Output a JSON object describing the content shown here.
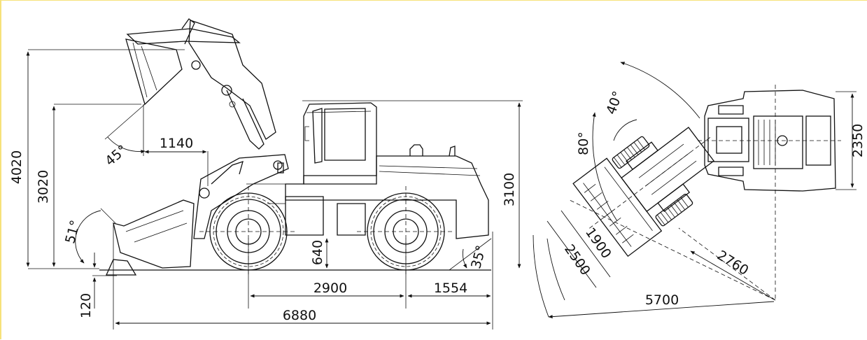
{
  "side_view": {
    "dimensions": {
      "max_pin_height": "4020",
      "dump_height": "3020",
      "reach": "1140",
      "dump_angle": "45°",
      "rollback_angle": "51°",
      "dig_depth": "120",
      "overall_height": "3100",
      "ground_clearance": "640",
      "wheelbase": "2900",
      "rear_overhang": "1554",
      "overall_length": "6880",
      "departure_angle": "35°"
    }
  },
  "top_view": {
    "dimensions": {
      "width": "2350",
      "articulation_angle": "40°",
      "swing_angle": "80°",
      "bucket_width": "1900",
      "bucket_outer_width": "2500",
      "inner_turning_radius": "2760",
      "outer_turning_radius": "5700"
    }
  }
}
